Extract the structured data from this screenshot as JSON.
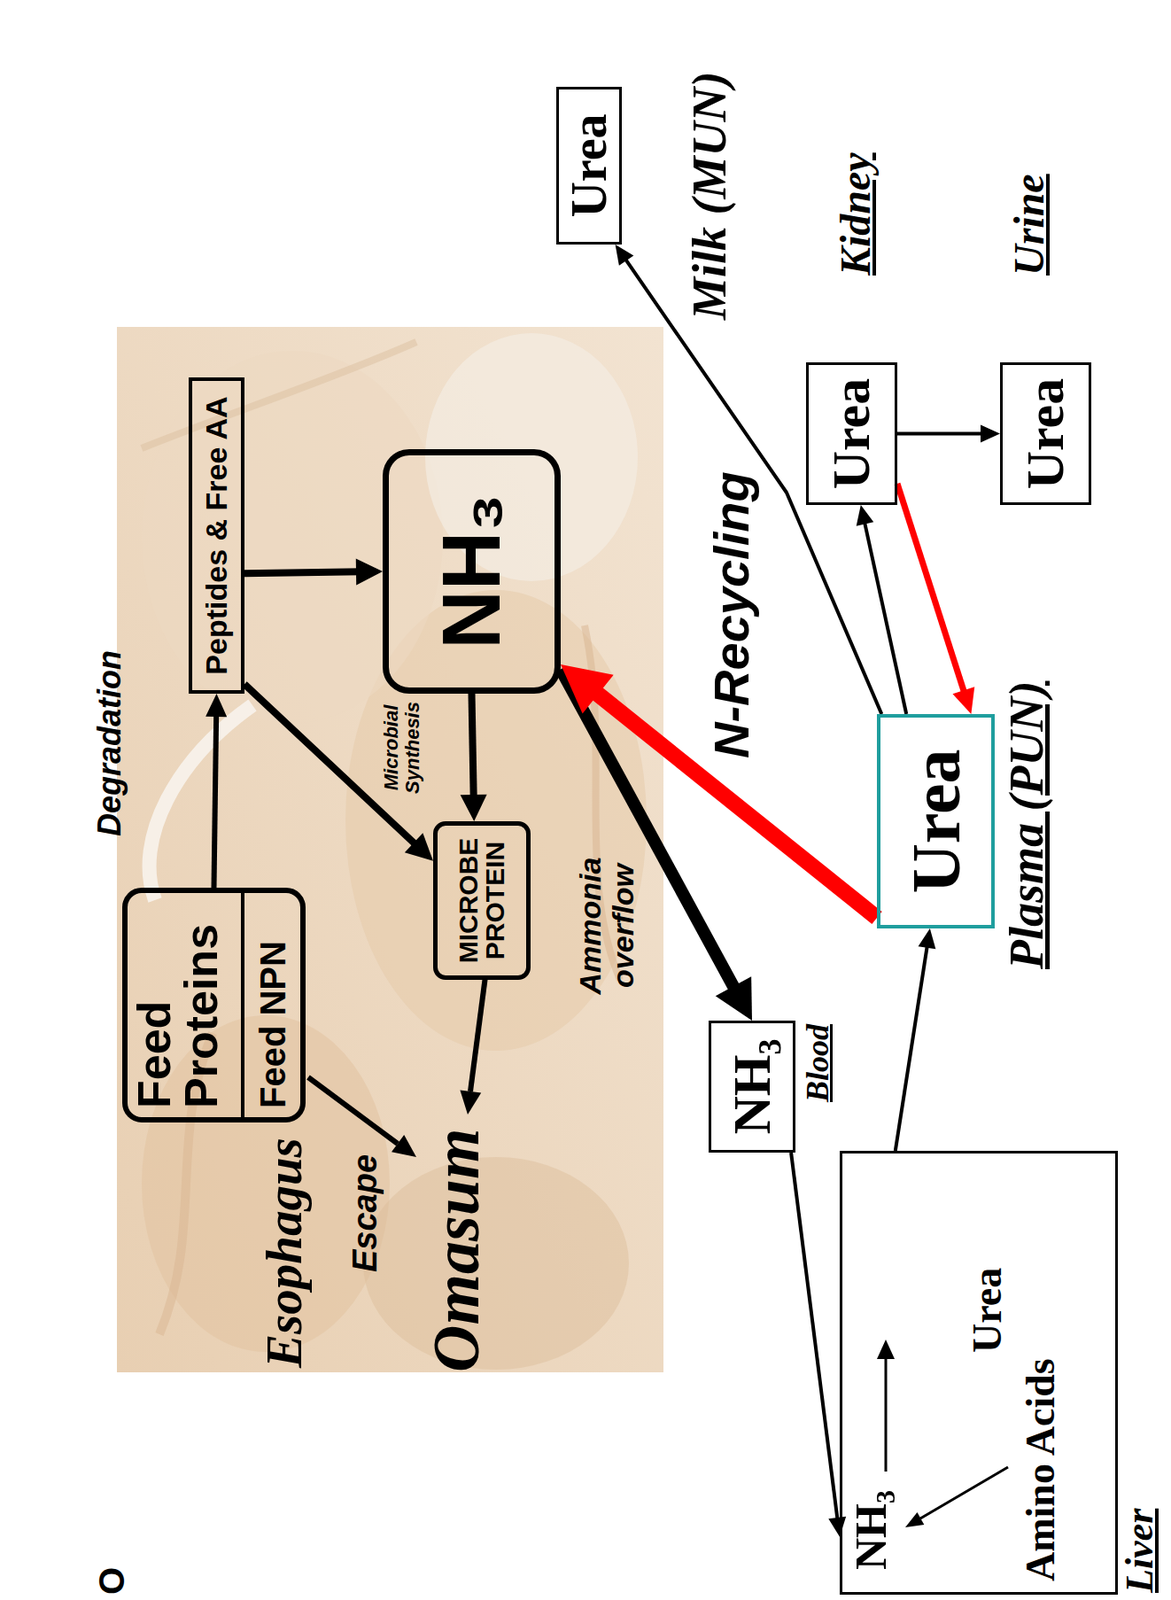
{
  "diagram": {
    "nodes": [
      {
        "text": [
          "Feed Proteins",
          "Feed NPN"
        ]
      },
      {
        "text": [
          "Peptides & Free AA"
        ]
      },
      {
        "text": [
          "NH₃"
        ]
      },
      {
        "text": [
          "MICROBE PROTEIN"
        ]
      },
      {
        "text": [
          "NH₃"
        ]
      },
      {
        "text": [
          "Urea"
        ]
      },
      {
        "text": [
          "Urea"
        ]
      },
      {
        "text": [
          "Urea"
        ]
      },
      {
        "text": [
          "Urea"
        ]
      },
      {
        "text": [
          "NH₃",
          "Urea",
          "Amino Acids"
        ]
      }
    ],
    "edges": [
      {
        "from": 0,
        "to": 1,
        "arrow": "to",
        "label": "Degradation"
      },
      {
        "from": 1,
        "to": 2,
        "arrow": "to"
      },
      {
        "from": 1,
        "to": 3,
        "arrow": "to"
      },
      {
        "from": 2,
        "to": 3,
        "arrow": "to",
        "label": "Microbial Synthesis"
      },
      {
        "from": 2,
        "to": 4,
        "arrow": "to",
        "label": "Ammonia overflow"
      },
      {
        "from": 4,
        "to": 9,
        "arrow": "to"
      },
      {
        "from": 9,
        "to": 5,
        "arrow": "to"
      },
      {
        "from": 5,
        "to": 2,
        "arrow": "to",
        "label": "N-Recycling"
      },
      {
        "from": 5,
        "to": 6,
        "arrow": "to"
      },
      {
        "from": 5,
        "to": 8,
        "arrow": "to"
      },
      {
        "from": 6,
        "to": 7,
        "arrow": "to"
      },
      {
        "from": 6,
        "to": 5,
        "arrow": "to"
      }
    ],
    "labels": [
      "O",
      "Esophagus",
      "Escape",
      "Omasum",
      "Blood",
      "Plasma (PUN)",
      "Kidney",
      "Urine",
      "Milk (MUN)",
      "Liver"
    ]
  }
}
